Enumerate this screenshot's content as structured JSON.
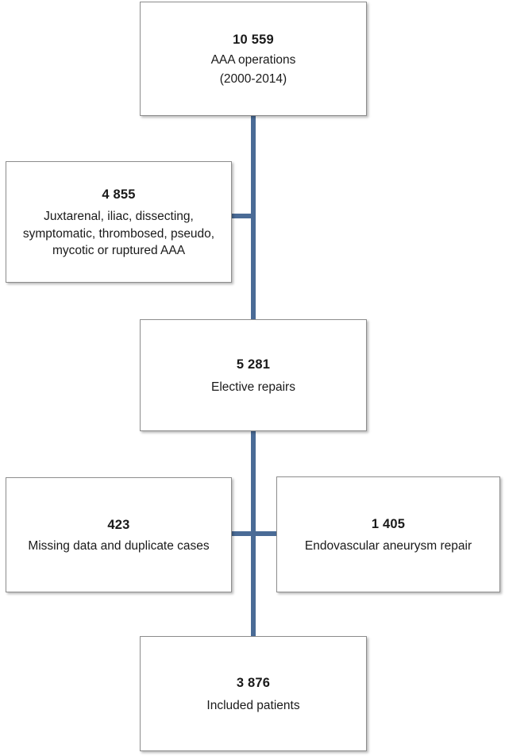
{
  "figure": {
    "type": "flowchart",
    "orientation": "vertical",
    "connector_color": "#4a6b96",
    "box_border_color": "#8d8d8d",
    "box_background": "#ffffff"
  },
  "nodes": {
    "aaa_operations": {
      "count": "10 559",
      "label": "AAA operations",
      "sublabel": "(2000-2014)"
    },
    "excluded_criteria": {
      "count": "4 855",
      "label": "Juxtarenal, iliac, dissecting, symptomatic, thrombosed, pseudo, mycotic or ruptured AAA"
    },
    "elective_repairs": {
      "count": "5 281",
      "label": "Elective repairs"
    },
    "missing_duplicate": {
      "count": "423",
      "label": "Missing data and duplicate cases"
    },
    "endovascular_repair": {
      "count": "1 405",
      "label": "Endovascular aneurysm repair"
    },
    "included_patients": {
      "count": "3 876",
      "label": "Included patients"
    }
  }
}
